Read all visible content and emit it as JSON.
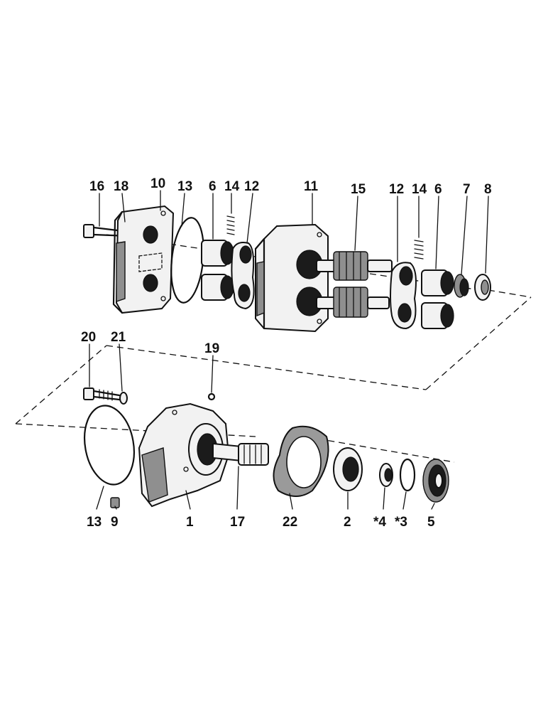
{
  "callouts": {
    "c16": "16",
    "c18": "18",
    "c10": "10",
    "c13_top": "13",
    "c6_left": "6",
    "c14_left": "14",
    "c12_left": "12",
    "c11": "11",
    "c15": "15",
    "c12_right": "12",
    "c14_right": "14",
    "c6_right": "6",
    "c7": "7",
    "c8": "8",
    "c20": "20",
    "c21": "21",
    "c19": "19",
    "c13_bottom": "13",
    "c9": "9",
    "c1": "1",
    "c17": "17",
    "c22": "22",
    "c2": "2",
    "c4": "*4",
    "c3": "*3",
    "c5": "5"
  }
}
